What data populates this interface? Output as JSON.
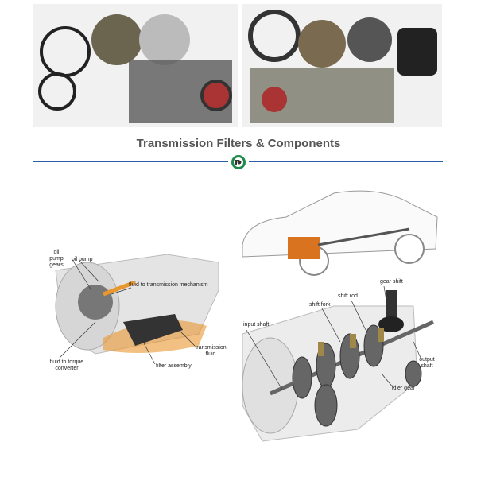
{
  "header": {
    "title": "Transmission Filters & Components"
  },
  "colors": {
    "rule": "#2a5ea8",
    "logo": "#1f8a4c",
    "fluid": "#e8962e"
  },
  "automatic_diagram": {
    "labels": {
      "oil_pump_gears": "oil pump gears",
      "oil_pump": "oil pump",
      "fluid_to_mechanism": "fluid to transmission mechanism",
      "transmission_fluid": "transmission fluid",
      "fluid_to_converter": "fluid to torque converter",
      "filter_assembly": "filter assembly"
    }
  },
  "manual_diagram": {
    "labels": {
      "gear_shift": "gear shift",
      "shift_rod": "shift rod",
      "shift_fork": "shift fork",
      "input_shaft": "input shaft",
      "output_shaft": "output shaft",
      "idler_gear": "idler gear"
    }
  }
}
